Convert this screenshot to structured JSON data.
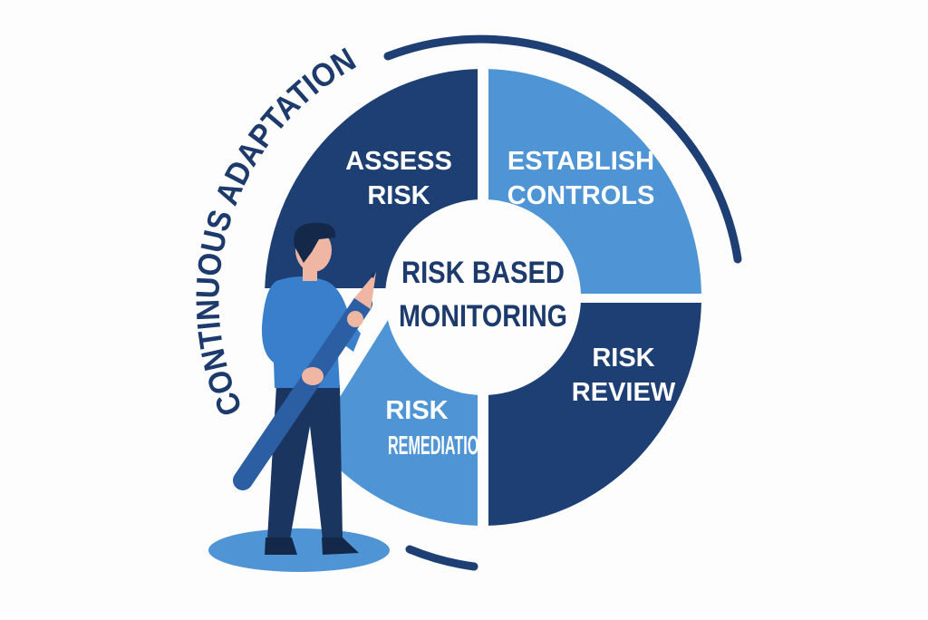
{
  "center": {
    "line1": "RISK BASED",
    "line2": "MONITORING"
  },
  "quadrants": [
    {
      "line1": "ASSESS",
      "line2": "RISK",
      "color": "#1e3f73"
    },
    {
      "line1": "ESTABLISH",
      "line2": "CONTROLS",
      "color": "#4f95d6"
    },
    {
      "line1": "RISK",
      "line2": "REVIEW",
      "color": "#1e3f73"
    },
    {
      "line1": "RISK",
      "line2": "REMEDIATION",
      "color": "#4f95d6"
    }
  ],
  "arc_label": "CONTINUOUS ADAPTATION",
  "colors": {
    "navy": "#1e3f73",
    "light_blue": "#4f95d6",
    "text_navy": "#1c3a6b"
  }
}
